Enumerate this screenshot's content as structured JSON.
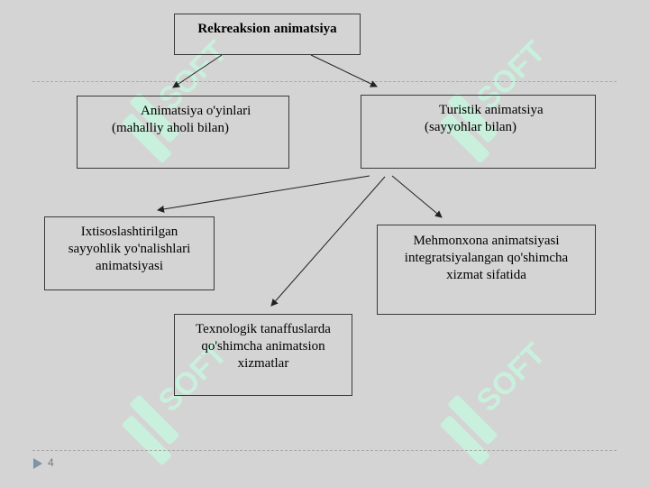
{
  "watermark": {
    "text": "SOFT",
    "icon": "soft-logo-icon",
    "color": "#c8f0dc"
  },
  "diagram": {
    "root": "Rekreaksion animatsiya",
    "animation_games": {
      "line1": "Animatsiya o'yinlari",
      "line2": "(mahalliy aholi bilan)"
    },
    "tourist_animation": {
      "line1": "Turistik animatsiya",
      "line2": "(sayyohlar bilan)"
    },
    "specialized": {
      "line1": "Ixtisoslashtirilgan",
      "line2": "sayyohlik yo'nalishlari",
      "line3": "animatsiyasi"
    },
    "hotel": {
      "line1": "Mehmonxona animatsiyasi",
      "line2": "integratsiyalangan qo'shimcha",
      "line3": "xizmat sifatida"
    },
    "technological": {
      "line1": "Texnologik tanaffuslarda",
      "line2": "qo'shimcha animatsion",
      "line3": "xizmatlar"
    }
  },
  "footer": {
    "page_number": "4"
  }
}
